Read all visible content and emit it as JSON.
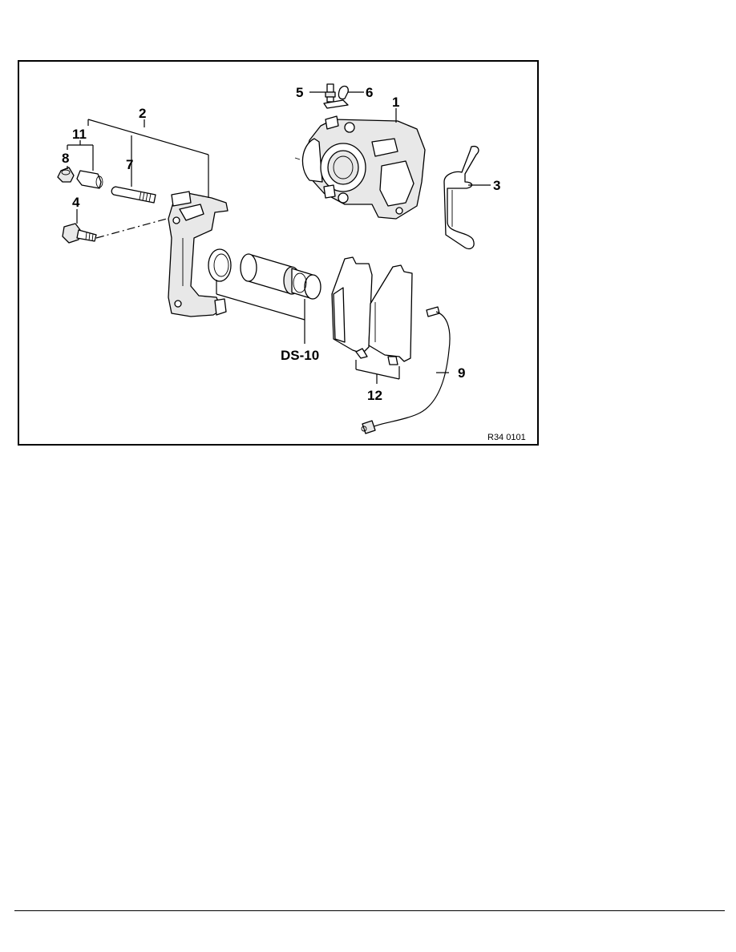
{
  "diagram": {
    "callouts": {
      "c1": "1",
      "c2": "2",
      "c3": "3",
      "c4": "4",
      "c5": "5",
      "c6": "6",
      "c7": "7",
      "c8": "8",
      "c9": "9",
      "c11": "11",
      "c12": "12",
      "cds10": "DS-10"
    },
    "reference_code": "R34 0101"
  }
}
